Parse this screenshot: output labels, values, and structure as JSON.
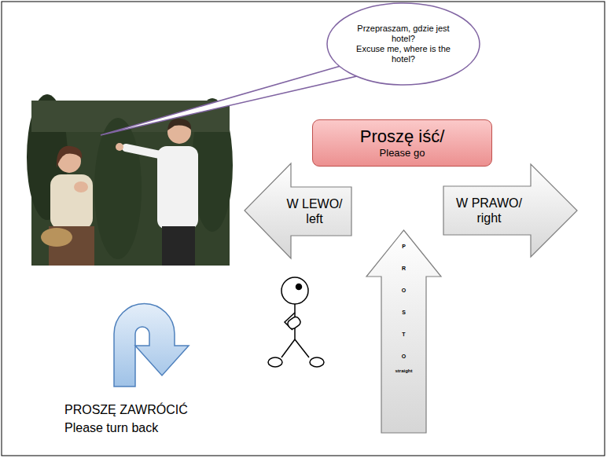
{
  "diagram": {
    "nodes": [
      {
        "text": [
          "Przepraszam, gdzie jest hotel?",
          "Excuse me, where is the hotel?"
        ]
      },
      {
        "text": [
          "Proszę iść/",
          "Please go"
        ]
      },
      {
        "text": [
          "W LEWO/ left"
        ]
      },
      {
        "text": [
          "W PRAWO/ right"
        ]
      },
      {
        "text": [
          "PROSTO",
          "straight"
        ]
      }
    ],
    "labels": [
      "PROSZĘ ZAWRÓCIĆ",
      "Please turn back"
    ]
  }
}
